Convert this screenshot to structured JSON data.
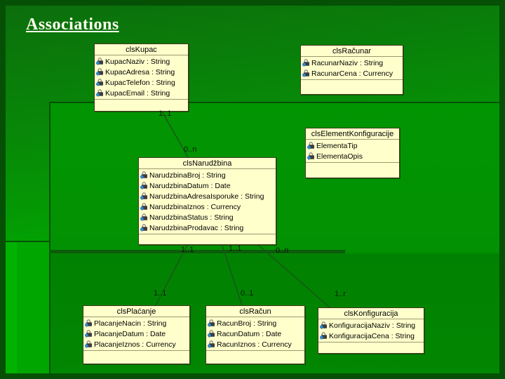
{
  "slide": {
    "title": "Associations"
  },
  "colors": {
    "slide_border": "#055005",
    "slide_green_dark": "#0c6e0c",
    "slide_green_bright": "#00c400",
    "panel_green": "#029502",
    "box_fill": "#ffffcc",
    "box_border": "#433a1e",
    "title_text": "#fffff0",
    "line_color": "#1c521c",
    "icon_body": "#3d3d3d",
    "icon_blue": "#2f8fd8"
  },
  "classes": [
    {
      "name": "clsKupac",
      "attributes": [
        "KupacNaziv : String",
        "KupacAdresa : String",
        "KupacTelefon : String",
        "KupacEmail : String"
      ]
    },
    {
      "name": "clsRačunar",
      "attributes": [
        "RacunarNaziv : String",
        "RacunarCena : Currency"
      ]
    },
    {
      "name": "clsElementKonfiguracije",
      "attributes": [
        "ElementaTip",
        "ElementaOpis"
      ]
    },
    {
      "name": "clsNarudžbina",
      "attributes": [
        "NarudzbinaBroj : String",
        "NarudzbinaDatum : Date",
        "NarudzbinaAdresaIsporuke : String",
        "NarudzbinaIznos : Currency",
        "NarudzbinaStatus : String",
        "NarudzbinaProdavac : String"
      ]
    },
    {
      "name": "clsPlaćanje",
      "attributes": [
        "PlacanjeNacin : String",
        "PlacanjeDatum : Date",
        "PlacanjeIznos : Currency"
      ]
    },
    {
      "name": "clsRačun",
      "attributes": [
        "RacunBroj : String",
        "RacunDatum : Date",
        "RacunIznos : Currency"
      ]
    },
    {
      "name": "clsKonfiguracija",
      "attributes": [
        "KonfiguracijaNaziv : String",
        "KonfiguracijaCena : String"
      ]
    }
  ],
  "associations": [
    {
      "from": "clsKupac",
      "to": "clsNarudžbina",
      "from_multiplicity": "1..1",
      "to_multiplicity": "0..n"
    },
    {
      "from": "clsNarudžbina",
      "to": "clsPlaćanje",
      "from_multiplicity": "1..1",
      "to_multiplicity": "1..1"
    },
    {
      "from": "clsNarudžbina",
      "to": "clsRačun",
      "from_multiplicity": "1..1",
      "to_multiplicity": "0..1"
    },
    {
      "from": "clsNarudžbina",
      "to": "clsKonfiguracija",
      "from_multiplicity": "0..n",
      "to_multiplicity": "1..r"
    }
  ]
}
